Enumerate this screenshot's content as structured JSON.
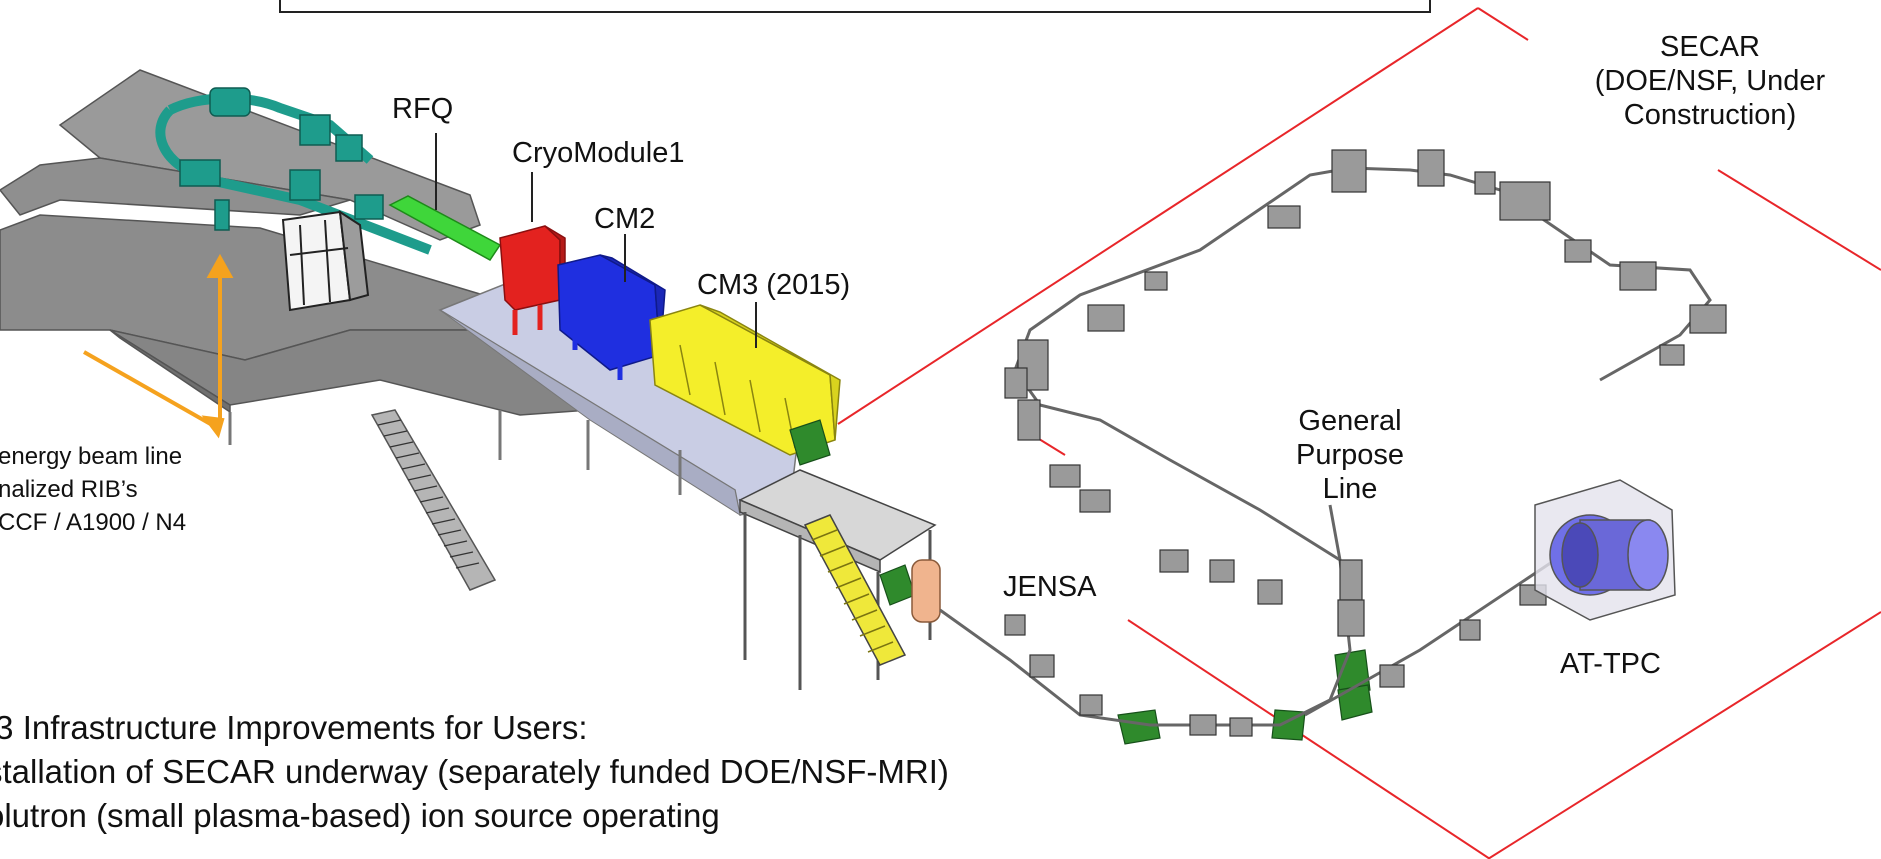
{
  "labels": {
    "rfq": "RFQ",
    "cryomodule1": "CryoModule1",
    "cm2": "CM2",
    "cm3": "CM3 (2015)",
    "secar": [
      "SECAR",
      "(DOE/NSF, Under",
      "Construction)"
    ],
    "general_purpose": [
      "General",
      "Purpose",
      "Line"
    ],
    "jensa": "JENSA",
    "attpc": "AT-TPC"
  },
  "beamline_note": [
    "energy beam line",
    "nalized RIB’s",
    "CCF / A1900 / N4"
  ],
  "bullets": [
    "\\3 Infrastructure Improvements for Users:",
    "stallation of SECAR underway (separately funded DOE/NSF-MRI)",
    "olutron (small plasma-based) ion source operating"
  ],
  "colors": {
    "border_red": "#e8262a",
    "rfq_green": "#3fd63a",
    "cm1_red": "#e3221f",
    "cm2_blue": "#1f2fe0",
    "cm3_yellow": "#f4ee2a",
    "arrow_orange": "#f5a21e",
    "floor_gray": "#8c8c8c",
    "platform_lavender": "#c9cde4",
    "magnet_gray": "#9a9a9a",
    "dipole_green": "#2f8a2c",
    "attpc_purple": "#7070e8"
  }
}
